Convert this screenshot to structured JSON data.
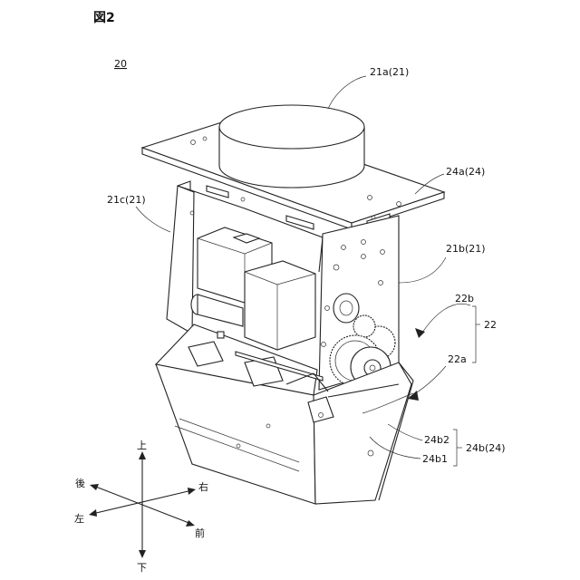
{
  "figure_title": "図2",
  "assembly_number": "20",
  "labels": {
    "l21a": "21a(21)",
    "l24a": "24a(24)",
    "l21c": "21c(21)",
    "l21b": "21b(21)",
    "l22b": "22b",
    "l22": "22",
    "l22a": "22a",
    "l24b2": "24b2",
    "l24b": "24b(24)",
    "l24b1": "24b1"
  },
  "axes": {
    "up": "上",
    "down": "下",
    "back": "後",
    "left": "左",
    "right": "右",
    "front": "前"
  }
}
